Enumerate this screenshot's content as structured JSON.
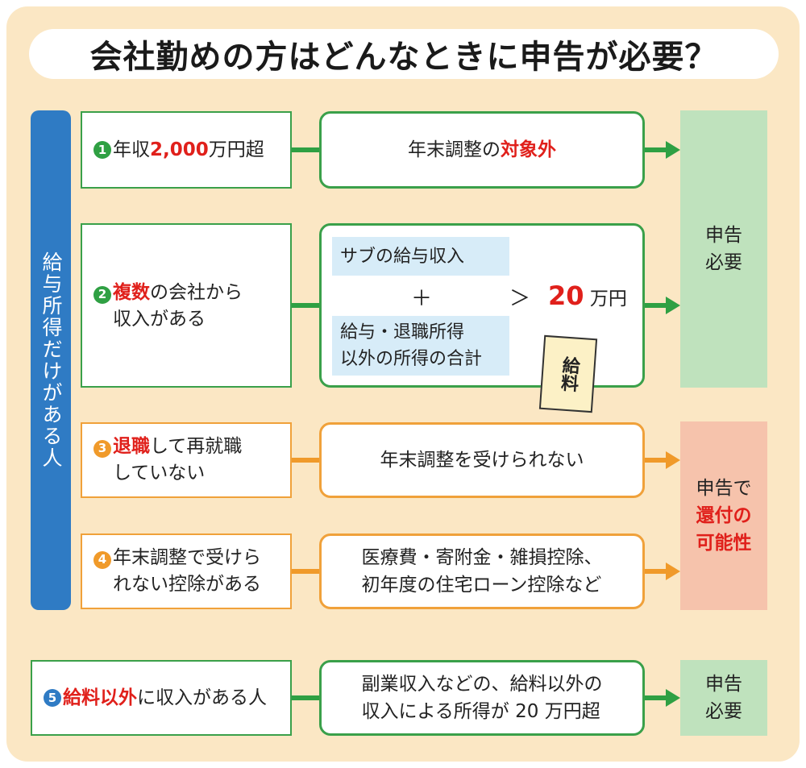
{
  "title": "会社勤めの方はどんなときに申告が必要？",
  "side_label": "給与所得だけがある人",
  "rows": [
    {
      "num": "1",
      "pre": "年収 ",
      "highlight": "2,000",
      "post": " 万円超",
      "detail_pre": "年末調整の",
      "detail_highlight": "対象外"
    },
    {
      "num": "2",
      "highlight": "複数",
      "post1": "の会社から",
      "line2": "収入がある",
      "box1": "サブの給与収入",
      "plus": "＋",
      "box2_line1": "給与・退職所得",
      "box2_line2": "以外の所得の合計",
      "gt": "＞",
      "amount": "20",
      "unit": " 万円",
      "ticket": "給料"
    },
    {
      "num": "3",
      "highlight": "退職",
      "post1": "して再就職",
      "line2": "していない",
      "detail": "年末調整を受けられない"
    },
    {
      "num": "4",
      "line1": "年末調整で受けら",
      "line2": "れない控除がある",
      "detail1": "医療費・寄附金・雑損控除、",
      "detail2": "初年度の住宅ローン控除など"
    },
    {
      "num": "5",
      "highlight": "給料以外",
      "post": "に収入がある人",
      "detail1": "副業収入などの、給料以外の",
      "detail2": "収入による所得が 20 万円超"
    }
  ],
  "results": {
    "required_1": "申告",
    "required_2": "必要",
    "refund_1": "申告で",
    "refund_2": "還付の",
    "refund_3": "可能性"
  },
  "colors": {
    "green": "#2fa043",
    "orange": "#f09a2a",
    "blue": "#2f7bc4",
    "red": "#e0201b"
  }
}
